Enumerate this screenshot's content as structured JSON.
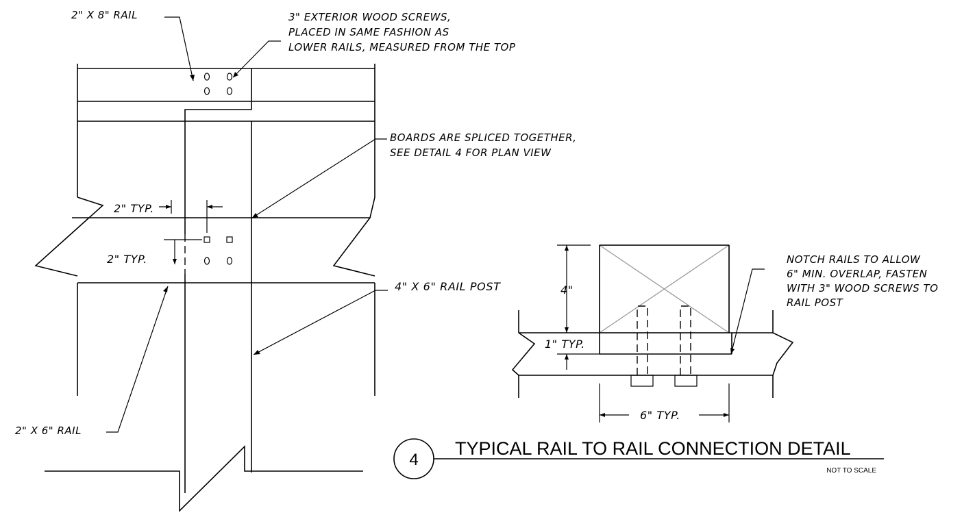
{
  "labels": {
    "rail_2x8": "2\" X 8\" RAIL",
    "screws_note": [
      "3\" EXTERIOR WOOD SCREWS,",
      "PLACED IN SAME FASHION AS",
      "LOWER RAILS, MEASURED FROM THE TOP"
    ],
    "splice_note": [
      "BOARDS ARE SPLICED TOGETHER,",
      "SEE DETAIL 4 FOR PLAN VIEW"
    ],
    "dim_horizontal": "2\" TYP.",
    "dim_vertical": "2\" TYP.",
    "rail_post": "4\" X 6\" RAIL POST",
    "rail_2x6": "2\" X 6\" RAIL",
    "notch_note": [
      "NOTCH RAILS TO ALLOW",
      "6\" MIN. OVERLAP, FASTEN",
      "WITH 3\" WOOD SCREWS TO",
      "RAIL POST"
    ],
    "dim_height": "4\"",
    "dim_rail_typ": "1\" TYP.",
    "dim_width": "6\" TYP."
  },
  "detail": {
    "number": "4",
    "title": "TYPICAL RAIL TO RAIL CONNECTION DETAIL",
    "scale": "NOT TO SCALE"
  }
}
